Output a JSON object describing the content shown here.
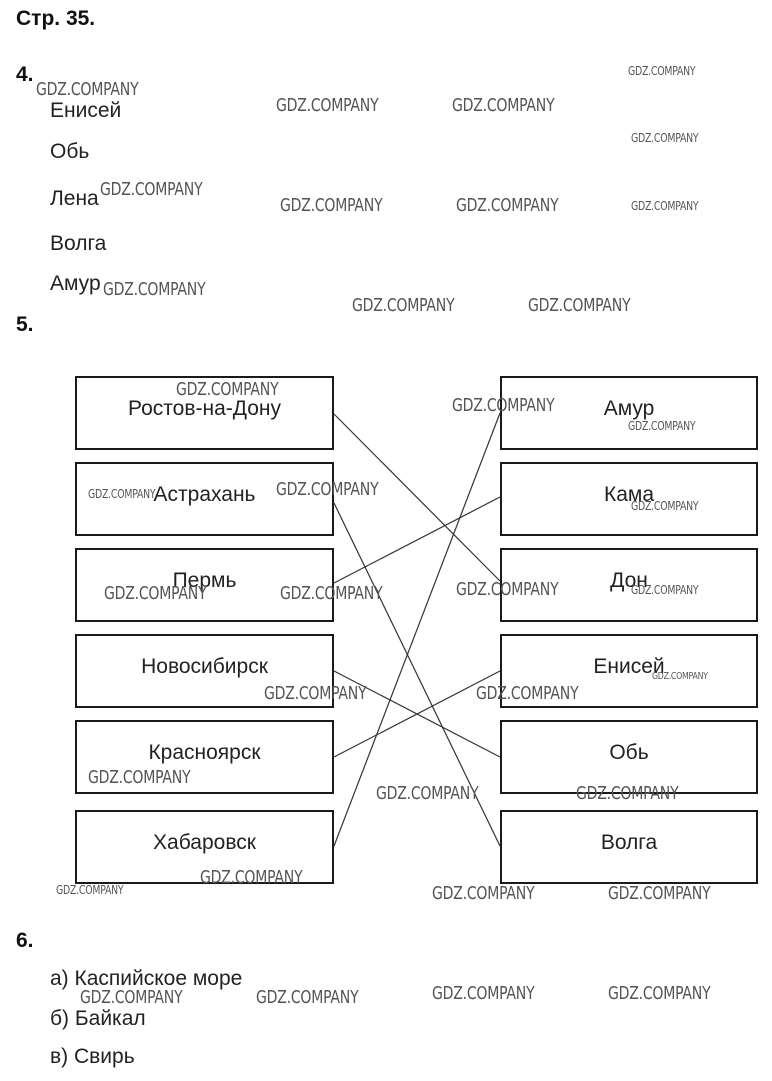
{
  "page_label": "Стр. 35.",
  "task4": {
    "number": "4.",
    "rivers": [
      "Енисей",
      "Обь",
      "Лена",
      "Волга",
      "Амур"
    ]
  },
  "task5": {
    "number": "5.",
    "cities": [
      "Ростов-на-Дону",
      "Астрахань",
      "Пермь",
      "Новосибирск",
      "Красноярск",
      "Хабаровск"
    ],
    "rivers": [
      "Амур",
      "Кама",
      "Дон",
      "Енисей",
      "Обь",
      "Волга"
    ],
    "matches": [
      {
        "city": 0,
        "river": 2
      },
      {
        "city": 1,
        "river": 5
      },
      {
        "city": 2,
        "river": 1
      },
      {
        "city": 3,
        "river": 4
      },
      {
        "city": 4,
        "river": 3
      },
      {
        "city": 5,
        "river": 0
      }
    ]
  },
  "task6": {
    "number": "6.",
    "answers": [
      "а) Каспийское море",
      "б) Байкал",
      "в) Свирь"
    ]
  },
  "watermark": "GDZ.COMPANY"
}
